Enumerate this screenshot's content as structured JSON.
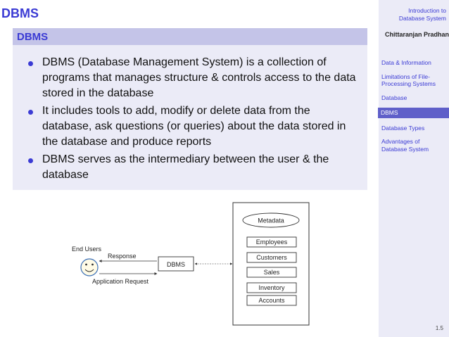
{
  "slide": {
    "title": "DBMS",
    "page_number": "1.5"
  },
  "sidebar": {
    "title_line1": "Introduction to",
    "title_line2": "Database System",
    "author": "Chittaranjan Pradhan",
    "nav": [
      {
        "label": "Data & Information",
        "active": false
      },
      {
        "label": "Limitations of File-Processing Systems",
        "active": false
      },
      {
        "label": "Database",
        "active": false
      },
      {
        "label": "DBMS",
        "active": true
      },
      {
        "label": "Database Types",
        "active": false
      },
      {
        "label": "Advantages of Database System",
        "active": false
      }
    ]
  },
  "block": {
    "title": "DBMS",
    "bullets": [
      "DBMS (Database Management System) is a collection of programs that manages structure & controls access to the data stored in the database",
      "It includes tools to add, modify or delete data from the database, ask questions (or queries) about the data stored in the database and produce reports",
      "DBMS serves as the intermediary between the user & the database"
    ]
  },
  "diagram": {
    "end_users": "End Users",
    "response": "Response",
    "request": "Application Request",
    "dbms": "DBMS",
    "metadata": "Metadata",
    "tables": [
      "Employees",
      "Customers",
      "Sales",
      "Inventory",
      "Accounts"
    ]
  }
}
